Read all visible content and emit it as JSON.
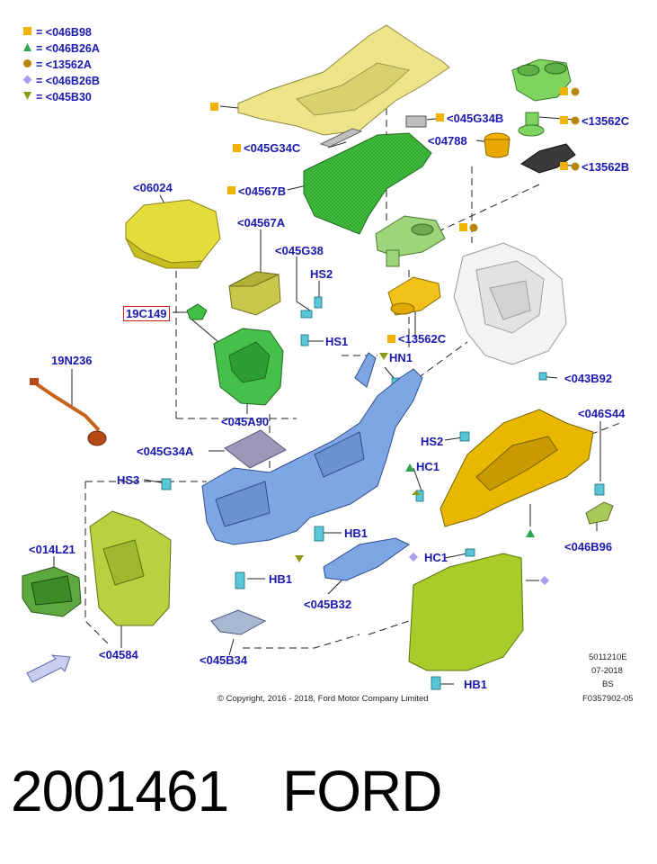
{
  "legend": [
    {
      "shape": "square",
      "color": "#f2b300",
      "text": "= <046B98"
    },
    {
      "shape": "triangle-up",
      "color": "#2aa84a",
      "text": "= <046B26A"
    },
    {
      "shape": "circle",
      "color": "#b8860b",
      "text": "= <13562A"
    },
    {
      "shape": "diamond",
      "color": "#a89cf0",
      "text": "= <046B26B"
    },
    {
      "shape": "triangle-down",
      "color": "#8c9a16",
      "text": "= <045B30"
    }
  ],
  "parts": {
    "p_045g34b": "<045G34B",
    "p_13562c": "<13562C",
    "p_04788": "<04788",
    "p_13562b": "<13562B",
    "p_045g34c": "<045G34C",
    "p_06024": "<06024",
    "p_04567b": "<04567B",
    "p_04567a": "<04567A",
    "p_045g38": "<045G38",
    "p_hs2_top": "HS2",
    "p_19c149": "19C149",
    "p_hs1": "HS1",
    "p_13562c_lower": "<13562C",
    "p_hn1": "HN1",
    "p_043b92": "<043B92",
    "p_19n236": "19N236",
    "p_045a90": "<045A90",
    "p_046s44": "<046S44",
    "p_hs2_right": "HS2",
    "p_045g34a": "<045G34A",
    "p_hc1_top": "HC1",
    "p_hs3": "HS3",
    "p_hb1_mid": "HB1",
    "p_014l21": "<014L21",
    "p_046b96": "<046B96",
    "p_hc1_low": "HC1",
    "p_hb1_left": "HB1",
    "p_045b32": "<045B32",
    "p_04584": "<04584",
    "p_045b34": "<045B34",
    "p_hb1_bottom": "HB1"
  },
  "footer": {
    "ref1": "5011210E",
    "ref2": "07-2018",
    "ref3": "BS",
    "ref4": "F0357902-05",
    "copyright": "© Copyright, 2016 - 2018, Ford Motor Company Limited"
  },
  "caption": {
    "part_number": "2001461",
    "brand": "FORD"
  },
  "colors": {
    "label_blue": "#1a1ab0",
    "marker_square": "#f2b300",
    "marker_triangle": "#2aa84a",
    "marker_circle": "#b8860b",
    "marker_diamond": "#a89cf0",
    "marker_triangle_down": "#8c9a16",
    "highlight_red": "#d81c1c"
  }
}
